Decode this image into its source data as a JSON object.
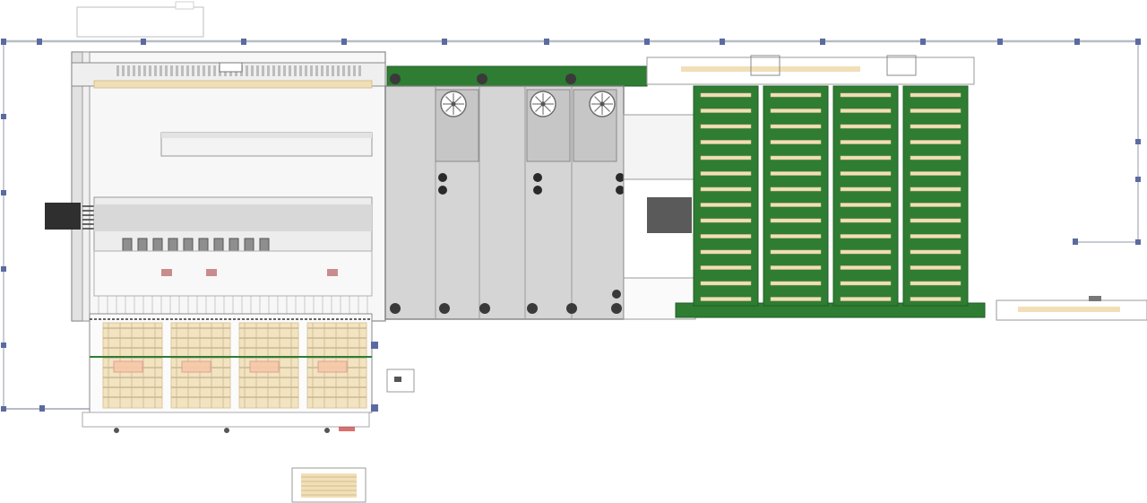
{
  "diagram": {
    "kind": "industrial-layout-top-view",
    "colors": {
      "background": "#ffffff",
      "fence": "#b8bcc6",
      "fence_post": "#5b6aa0",
      "machine_gray": "#d7d7d7",
      "machine_dark": "#9c9c9c",
      "machine_outline": "#7a7a7a",
      "conveyor_green": "#2e7d32",
      "conveyor_green_dark": "#1f5e24",
      "wood": "#f1dfb8",
      "wood_edge": "#d7bf8e",
      "wheel_dark": "#3a3a3a"
    },
    "sections": {
      "gantry_loader": {
        "label": ""
      },
      "processing_cabin": {
        "fan_count": 3
      },
      "green_buffer": {
        "columns": 4,
        "slots_per_column": 14
      },
      "pallet_zone": {
        "pallets": 4
      }
    }
  }
}
